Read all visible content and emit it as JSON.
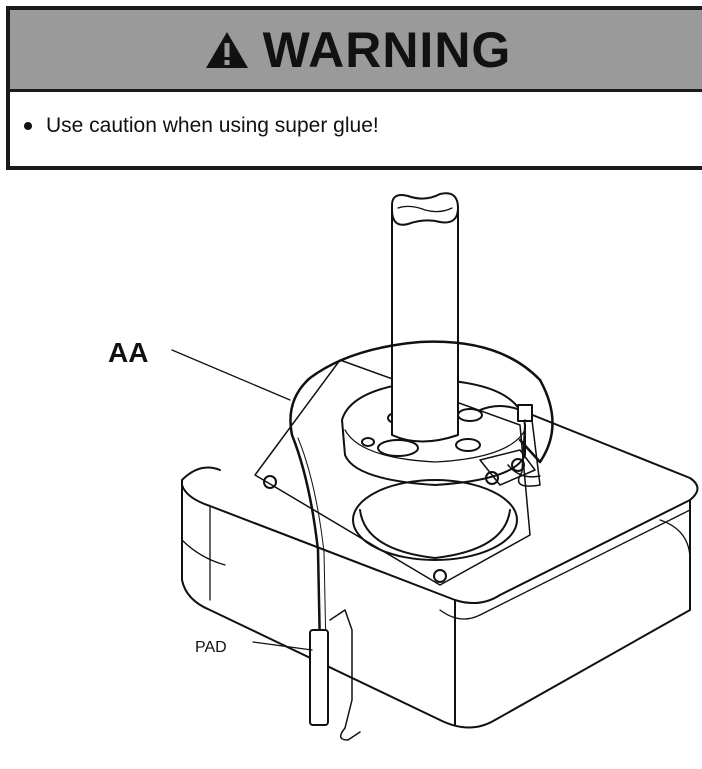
{
  "warning": {
    "title": "WARNING",
    "icon": "warning-triangle-icon",
    "items": [
      "Use caution when using super glue!"
    ]
  },
  "figure": {
    "labels": {
      "aa": "AA",
      "pad": "PAD"
    }
  }
}
